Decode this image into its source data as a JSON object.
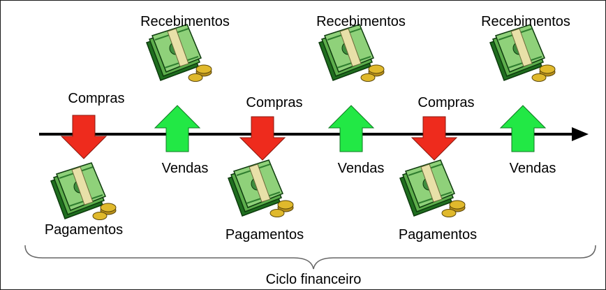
{
  "cycle": {
    "periods": [
      {
        "purchase_label": "Compras",
        "payment_label": "Pagamentos",
        "sale_label": "Vendas",
        "receipt_label": "Recebimentos"
      },
      {
        "purchase_label": "Compras",
        "payment_label": "Pagamentos",
        "sale_label": "Vendas",
        "receipt_label": "Recebimentos"
      },
      {
        "purchase_label": "Compras",
        "payment_label": "Pagamentos",
        "sale_label": "Vendas",
        "receipt_label": "Recebimentos"
      }
    ],
    "brace_label": "Ciclo financeiro"
  },
  "colors": {
    "purchase_arrow": "#ee2b1d",
    "sale_arrow": "#22e845",
    "money_dark": "#1f6e1f",
    "money_light": "#8fd17a",
    "band": "#e8e0a8",
    "coin": "#e0b92c",
    "timeline": "#000000"
  },
  "icons": {
    "payment": "money-stack-icon",
    "receipt": "money-stack-icon"
  }
}
